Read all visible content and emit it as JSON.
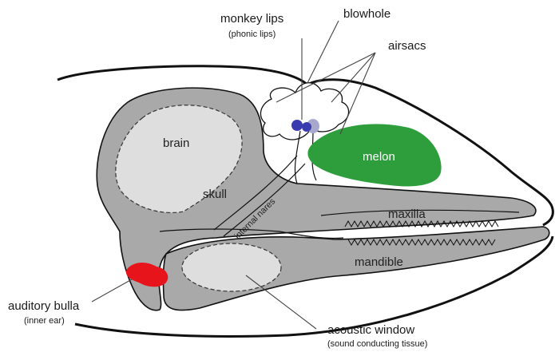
{
  "colors": {
    "bone": "#a9a9a9",
    "bone_light": "#dedede",
    "outline": "#111111",
    "melon": "#2e9e3c",
    "bulla": "#e8141b",
    "lips": "#3b3bb0"
  },
  "labels": {
    "monkey_lips": "monkey lips",
    "phonic_lips": "(phonic lips)",
    "blowhole": "blowhole",
    "airsacs": "airsacs",
    "brain": "brain",
    "skull": "skull",
    "melon": "melon",
    "internal_nares": "internal nares",
    "maxilla": "maxilla",
    "mandible": "mandible",
    "auditory_bulla": "auditory bulla",
    "inner_ear": "(inner ear)",
    "acoustic_window": "acoustic window",
    "sound_conducting": "(sound conducting tissue)"
  }
}
